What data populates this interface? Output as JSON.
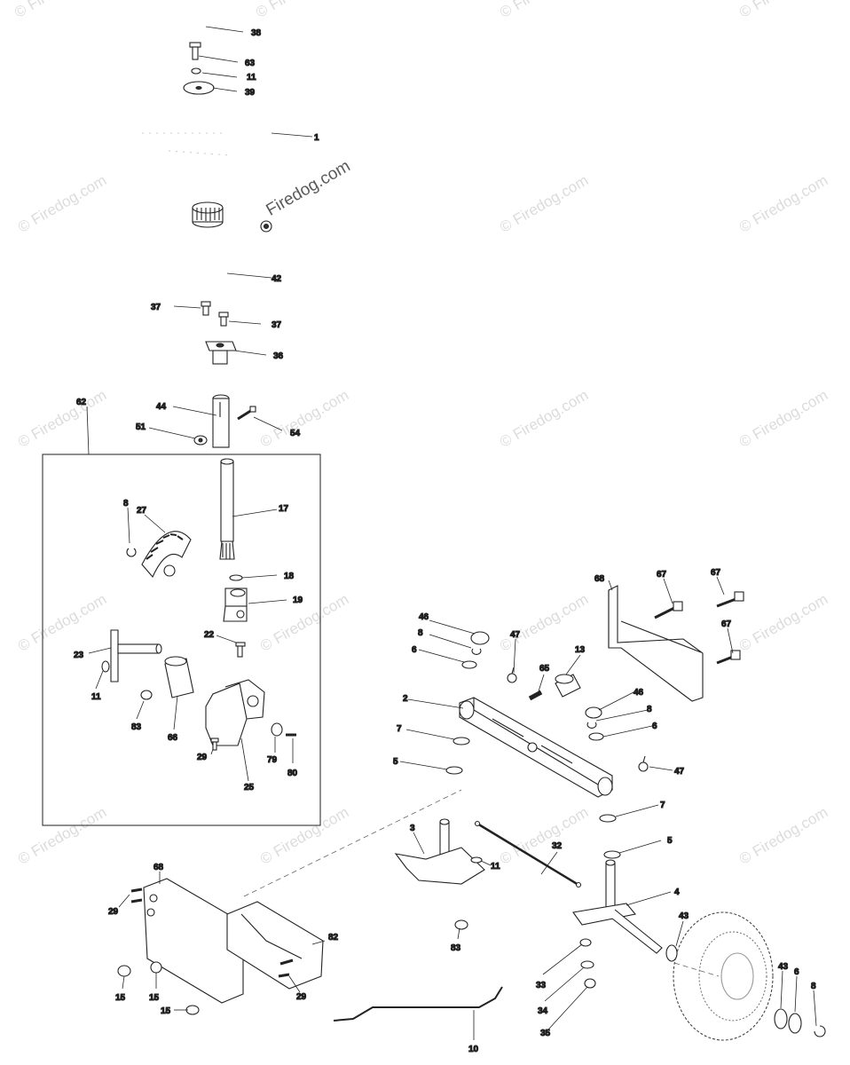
{
  "watermark": {
    "text": "© Firedog.com",
    "main_text": "Firedog.com"
  },
  "callouts": [
    "38",
    "63",
    "11",
    "39",
    "1",
    "42",
    "37",
    "37",
    "36",
    "44",
    "54",
    "51",
    "62",
    "17",
    "8",
    "27",
    "18",
    "19",
    "22",
    "23",
    "11",
    "83",
    "66",
    "29",
    "79",
    "80",
    "25",
    "68",
    "67",
    "67",
    "67",
    "46",
    "8",
    "6",
    "47",
    "13",
    "65",
    "46",
    "8",
    "6",
    "2",
    "7",
    "5",
    "47",
    "7",
    "5",
    "3",
    "11",
    "32",
    "4",
    "43",
    "43",
    "6",
    "8",
    "68",
    "29",
    "82",
    "29",
    "15",
    "15",
    "15",
    "83",
    "33",
    "34",
    "35",
    "10"
  ]
}
